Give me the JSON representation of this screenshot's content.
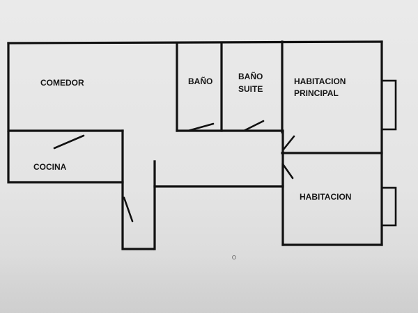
{
  "plan": {
    "rooms": [
      {
        "id": "comedor",
        "label_lines": [
          "COMEDOR"
        ]
      },
      {
        "id": "bano",
        "label_lines": [
          "BAÑO"
        ]
      },
      {
        "id": "bano-suite",
        "label_lines": [
          "BAÑO",
          "SUITE"
        ]
      },
      {
        "id": "habitacion-principal",
        "label_lines": [
          "HABITACION",
          "PRINCIPAL"
        ]
      },
      {
        "id": "cocina",
        "label_lines": [
          "COCINA"
        ]
      },
      {
        "id": "habitacion",
        "label_lines": [
          "HABITACION"
        ]
      }
    ]
  }
}
